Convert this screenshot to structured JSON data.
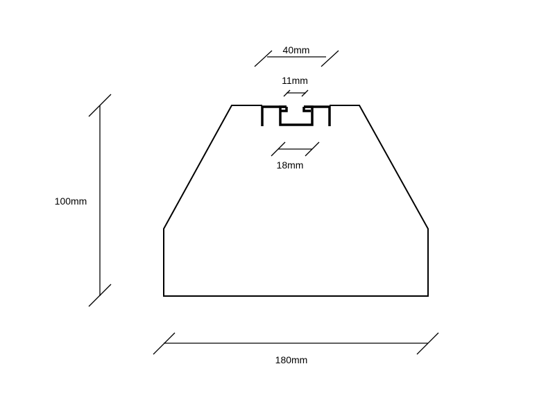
{
  "dimensions": {
    "top_width": "40mm",
    "slot_opening": "11mm",
    "slot_width": "18mm",
    "height": "100mm",
    "base_width": "180mm"
  },
  "colors": {
    "stroke": "#000000",
    "background": "#ffffff"
  }
}
